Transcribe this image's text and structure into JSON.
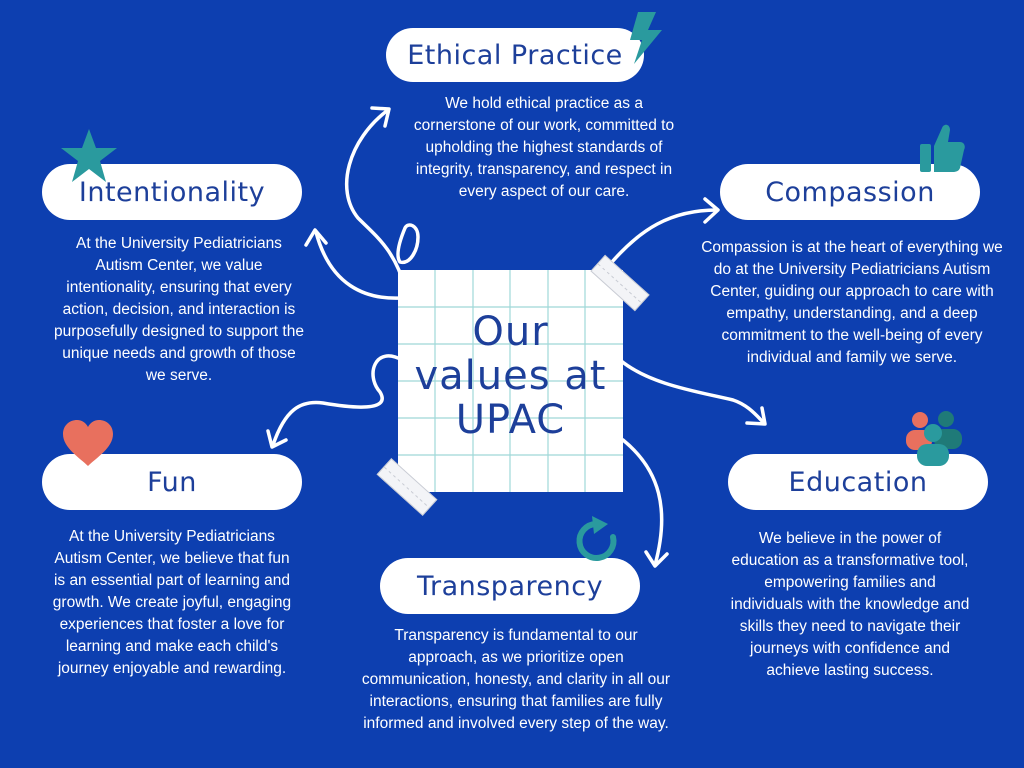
{
  "center": {
    "line1": "Our",
    "line2": "values at",
    "line3": "UPAC"
  },
  "values": {
    "ethical_practice": {
      "title": "Ethical Practice",
      "desc": "We hold ethical practice as a cornerstone of our work, committed to upholding the highest standards of integrity, transparency, and respect in every aspect of our care."
    },
    "intentionality": {
      "title": "Intentionality",
      "desc": "At the University Pediatricians Autism Center, we value intentionality, ensuring that every action, decision, and interaction is purposefully designed to support the unique needs and growth of those we serve."
    },
    "compassion": {
      "title": "Compassion",
      "desc": "Compassion is at the heart of everything we do at the University Pediatricians Autism Center, guiding our approach to care with empathy, understanding, and a deep commitment to the well-being of every individual and family we serve."
    },
    "fun": {
      "title": "Fun",
      "desc": "At the University Pediatricians Autism Center, we believe that fun is an essential part of learning and growth. We create joyful, engaging experiences that foster a love for learning and make each child's journey enjoyable and rewarding."
    },
    "education": {
      "title": "Education",
      "desc": "We believe in the power of education as a transformative tool, empowering families and individuals with the knowledge and skills they need to navigate their journeys with confidence and achieve lasting success."
    },
    "transparency": {
      "title": "Transparency",
      "desc": "Transparency is fundamental to our approach, as we prioritize open communication, honesty, and clarity in all our interactions, ensuring that families are fully informed and involved every step of the way."
    }
  },
  "icons": {
    "ethical_practice": "lightning-bolt-icon",
    "intentionality": "star-icon",
    "compassion": "thumbs-up-icon",
    "fun": "heart-icon",
    "education": "people-group-icon",
    "transparency": "refresh-icon"
  },
  "colors": {
    "background": "#0d3fb0",
    "pill": "#ffffff",
    "pill_text": "#1d3f9a",
    "teal": "#2a9a9e",
    "heart": "#e8705e"
  }
}
